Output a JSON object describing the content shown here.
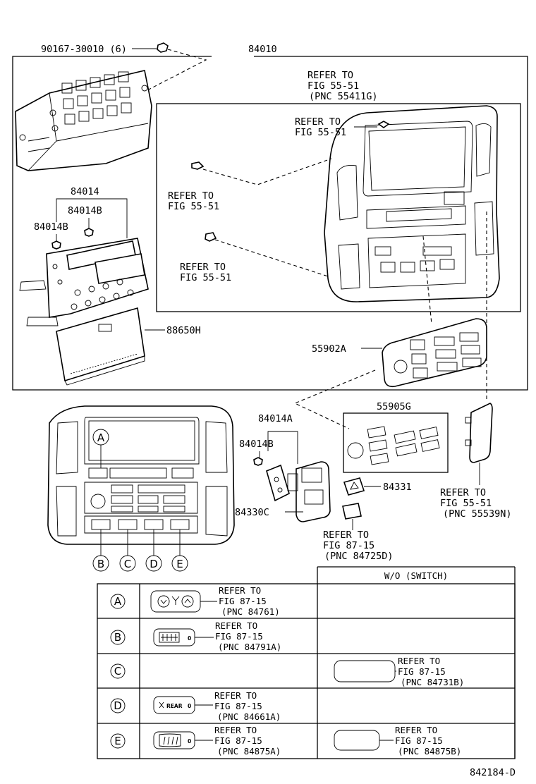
{
  "labels": {
    "bolt": "90167-30010 (6)",
    "assy": "84010",
    "refer1_l1": "REFER TO",
    "refer1_l2": "FIG 55-51",
    "refer1_l3": "(PNC 55411G)",
    "refer2_l1": "REFER TO",
    "refer2_l2": "FIG 55-51",
    "refer3_l1": "REFER TO",
    "refer3_l2": "FIG 55-51",
    "refer4_l1": "REFER TO",
    "refer4_l2": "FIG 55-51",
    "p84014": "84014",
    "p84014b_1": "84014B",
    "p84014b_2": "84014B",
    "p88650h": "88650H",
    "p55902a": "55902A",
    "p55905g": "55905G",
    "p84014a": "84014A",
    "p84014b_3": "84014B",
    "p84331": "84331",
    "p84330c": "84330C",
    "refer5_l1": "REFER TO",
    "refer5_l2": "FIG 55-51",
    "refer5_l3": "(PNC 55539N)",
    "refer6_l1": "REFER TO",
    "refer6_l2": "FIG 87-15",
    "refer6_l3": "(PNC 84725D)",
    "circle_a": "A",
    "circle_b": "B",
    "circle_c": "C",
    "circle_d": "D",
    "circle_e": "E",
    "diagram_id": "842184-D"
  },
  "table": {
    "header": "W/O (SWITCH)",
    "rows": [
      {
        "key": "A",
        "l1": "REFER TO",
        "l2": "FIG 87-15",
        "l3": "(PNC 84761)",
        "r1": "",
        "r2": "",
        "r3": ""
      },
      {
        "key": "B",
        "l1": "REFER TO",
        "l2": "FIG 87-15",
        "l3": "(PNC 84791A)",
        "r1": "",
        "r2": "",
        "r3": ""
      },
      {
        "key": "C",
        "l1": "",
        "l2": "",
        "l3": "",
        "r1": "REFER TO",
        "r2": "FIG 87-15",
        "r3": "(PNC 84731B)"
      },
      {
        "key": "D",
        "l1": "REFER TO",
        "l2": "FIG 87-15",
        "l3": "(PNC 84661A)",
        "r1": "",
        "r2": "",
        "r3": ""
      },
      {
        "key": "E",
        "l1": "REFER TO",
        "l2": "FIG 87-15",
        "l3": "(PNC 84875A)",
        "r1": "REFER TO",
        "r2": "FIG 87-15",
        "r3": "(PNC 84875B)"
      }
    ],
    "switch_text": {
      "rear": "REAR",
      "zero": "0"
    }
  }
}
